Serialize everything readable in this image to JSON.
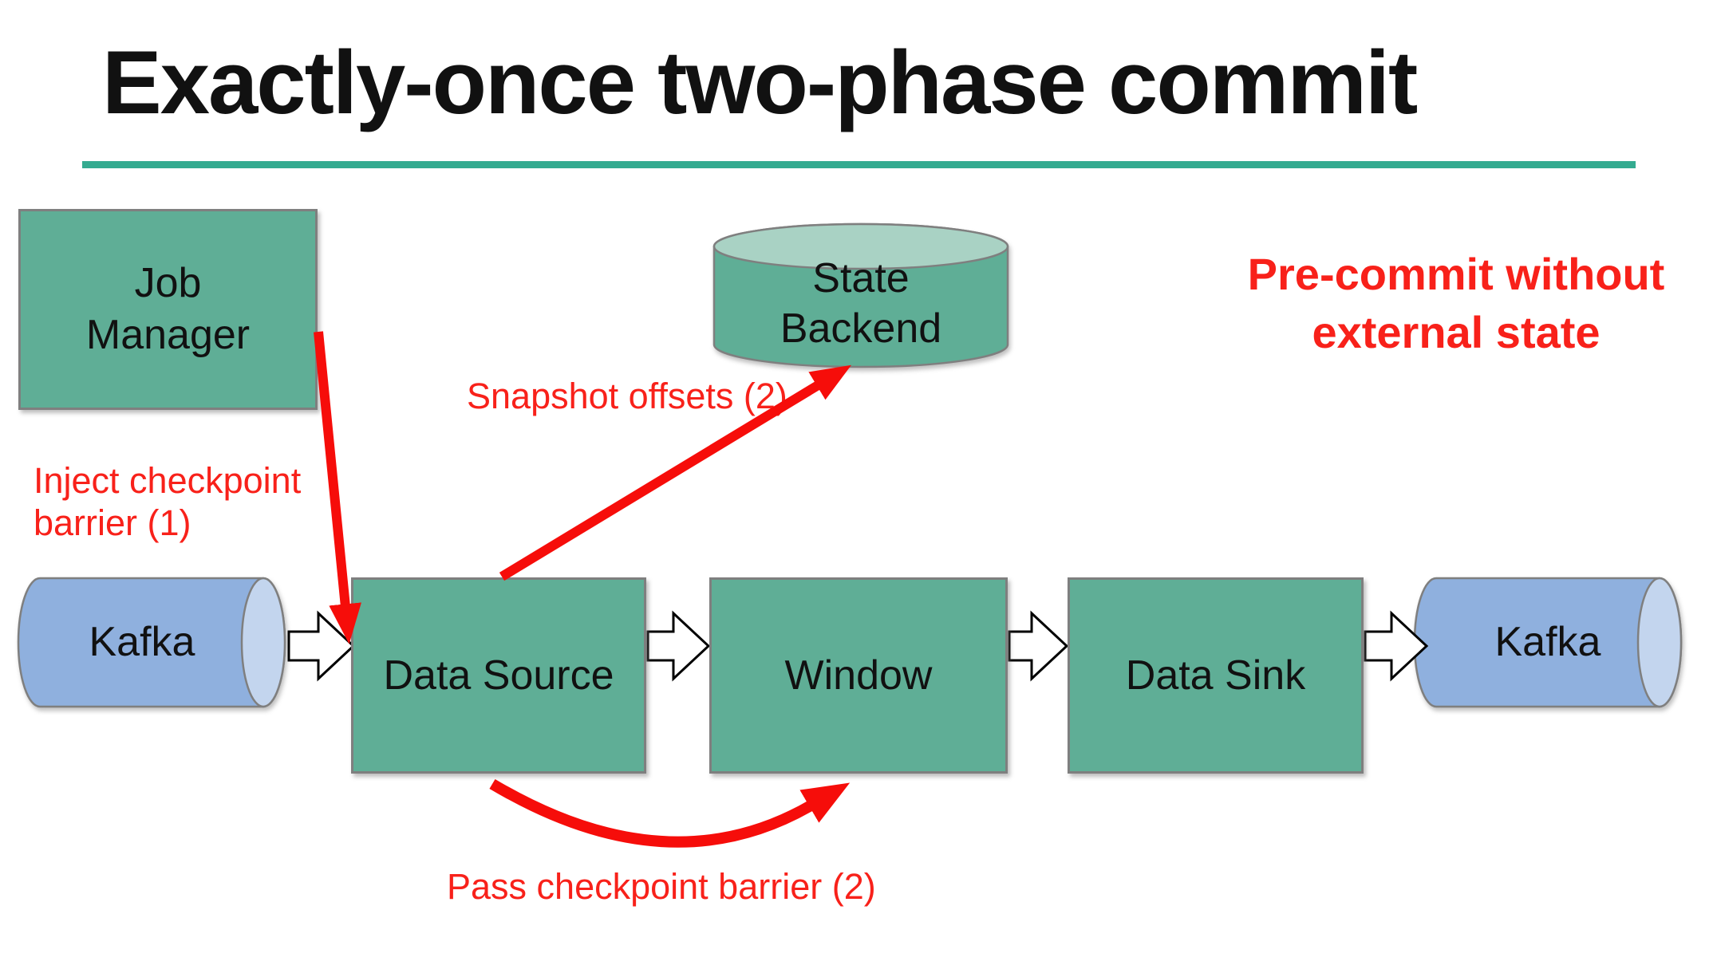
{
  "slide": {
    "title": "Exactly-once two-phase commit",
    "note": "Pre-commit without\nexternal state"
  },
  "nodes": {
    "job_manager": "Job\nManager",
    "state_backend": "State\nBackend",
    "kafka_in": "Kafka",
    "data_source": "Data Source",
    "window": "Window",
    "data_sink": "Data Sink",
    "kafka_out": "Kafka"
  },
  "annotations": {
    "inject": "Inject checkpoint\nbarrier (1)",
    "snapshot": "Snapshot offsets (2)",
    "pass": "Pass checkpoint barrier (2)"
  },
  "colors": {
    "accent_teal": "#34ab90",
    "node_green": "#5fae96",
    "node_green_light": "#a9d2c4",
    "kafka_blue": "#8fb0de",
    "kafka_blue_light": "#c3d5ee",
    "annotation_red": "#f8211a",
    "arrow_red": "#f60d0a",
    "border_gray": "#7f7f7f",
    "text_black": "#111111"
  }
}
